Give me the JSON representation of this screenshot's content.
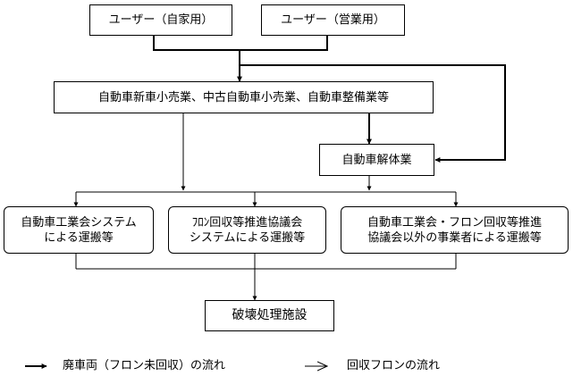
{
  "nodes": {
    "user_private": "ユーザー（自家用）",
    "user_commercial": "ユーザー（営業用）",
    "dealers": "自動車新車小売業、中古自動車小売業、自動車整備業等",
    "dismantler": "自動車解体業",
    "jama_system": [
      "自動車工業会システム",
      "による運搬等"
    ],
    "freon_system": [
      "ﾌﾛﾝ回収等推進協議会",
      "システムによる運搬等"
    ],
    "other_transport": [
      "自動車工業会・フロン回収等推進",
      "協議会以外の事業者による運搬等"
    ],
    "destruction": "破壊処理施設"
  },
  "legend": {
    "thick": "廃車両（フロン未回収）の流れ",
    "thin": "回収フロンの流れ"
  },
  "colors": {
    "line": "#000000",
    "background": "#ffffff"
  }
}
